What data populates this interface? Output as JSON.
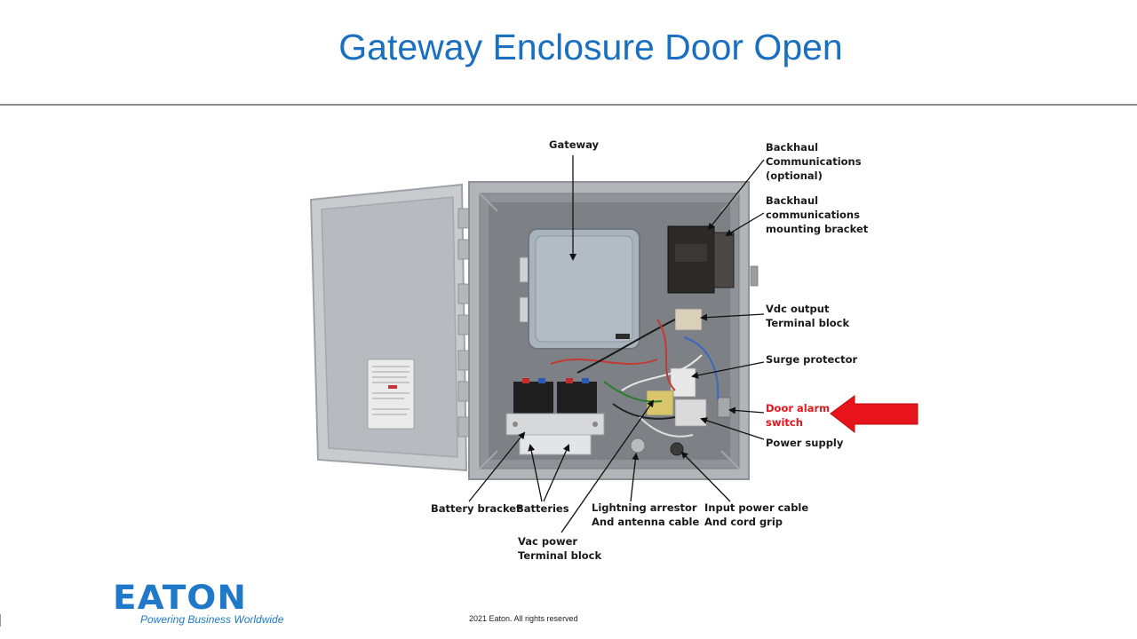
{
  "slide": {
    "title": "Gateway Enclosure Door Open"
  },
  "callouts": {
    "gateway": "Gateway",
    "backhaul_comm": "Backhaul\nCommunications\n(optional)",
    "backhaul_bracket": "Backhaul\ncommunications\nmounting bracket",
    "vdc_output": "Vdc output\nTerminal block",
    "surge_protector": "Surge protector",
    "door_alarm": "Door alarm\nswitch",
    "power_supply": "Power supply",
    "battery_bracket": "Battery bracket",
    "batteries": "Batteries",
    "lightning_arrestor": "Lightning arrestor\nAnd antenna cable",
    "input_power": "Input power cable\nAnd cord grip",
    "vac_power": "Vac power\nTerminal block"
  },
  "colors": {
    "title": "#1a6fc0",
    "alert": "#e8141b",
    "brand": "#1f78c8"
  },
  "footer": {
    "logo": "EATON",
    "tagline": "Powering Business Worldwide",
    "copyright": "2021 Eaton. All rights reserved"
  }
}
